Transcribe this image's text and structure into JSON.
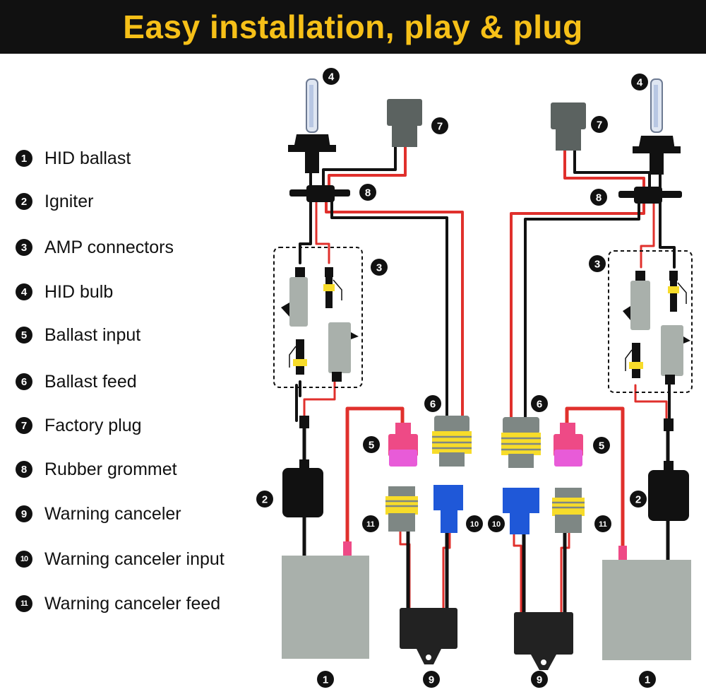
{
  "header": {
    "title": "Easy installation, play & plug"
  },
  "legend": [
    {
      "num": "1",
      "label": "HID ballast"
    },
    {
      "num": "2",
      "label": "Igniter"
    },
    {
      "num": "3",
      "label": "AMP connectors"
    },
    {
      "num": "4",
      "label": "HID bulb"
    },
    {
      "num": "5",
      "label": "Ballast input"
    },
    {
      "num": "6",
      "label": "Ballast feed"
    },
    {
      "num": "7",
      "label": "Factory plug"
    },
    {
      "num": "8",
      "label": "Rubber grommet"
    },
    {
      "num": "9",
      "label": "Warning canceler"
    },
    {
      "num": "10",
      "label": "Warning canceler input"
    },
    {
      "num": "11",
      "label": "Warning canceler feed"
    }
  ],
  "colors": {
    "banner_bg": "#111111",
    "banner_text": "#f6c018",
    "wire_red": "#e0302c",
    "wire_black": "#111111",
    "ballast_gray": "#a9b0ab",
    "input_pink": "#ee4a86",
    "input_magenta": "#e85bd8",
    "canceler_blue": "#1f58d8",
    "band_yellow": "#f7dc2a",
    "connector_gray": "#7e8784"
  }
}
